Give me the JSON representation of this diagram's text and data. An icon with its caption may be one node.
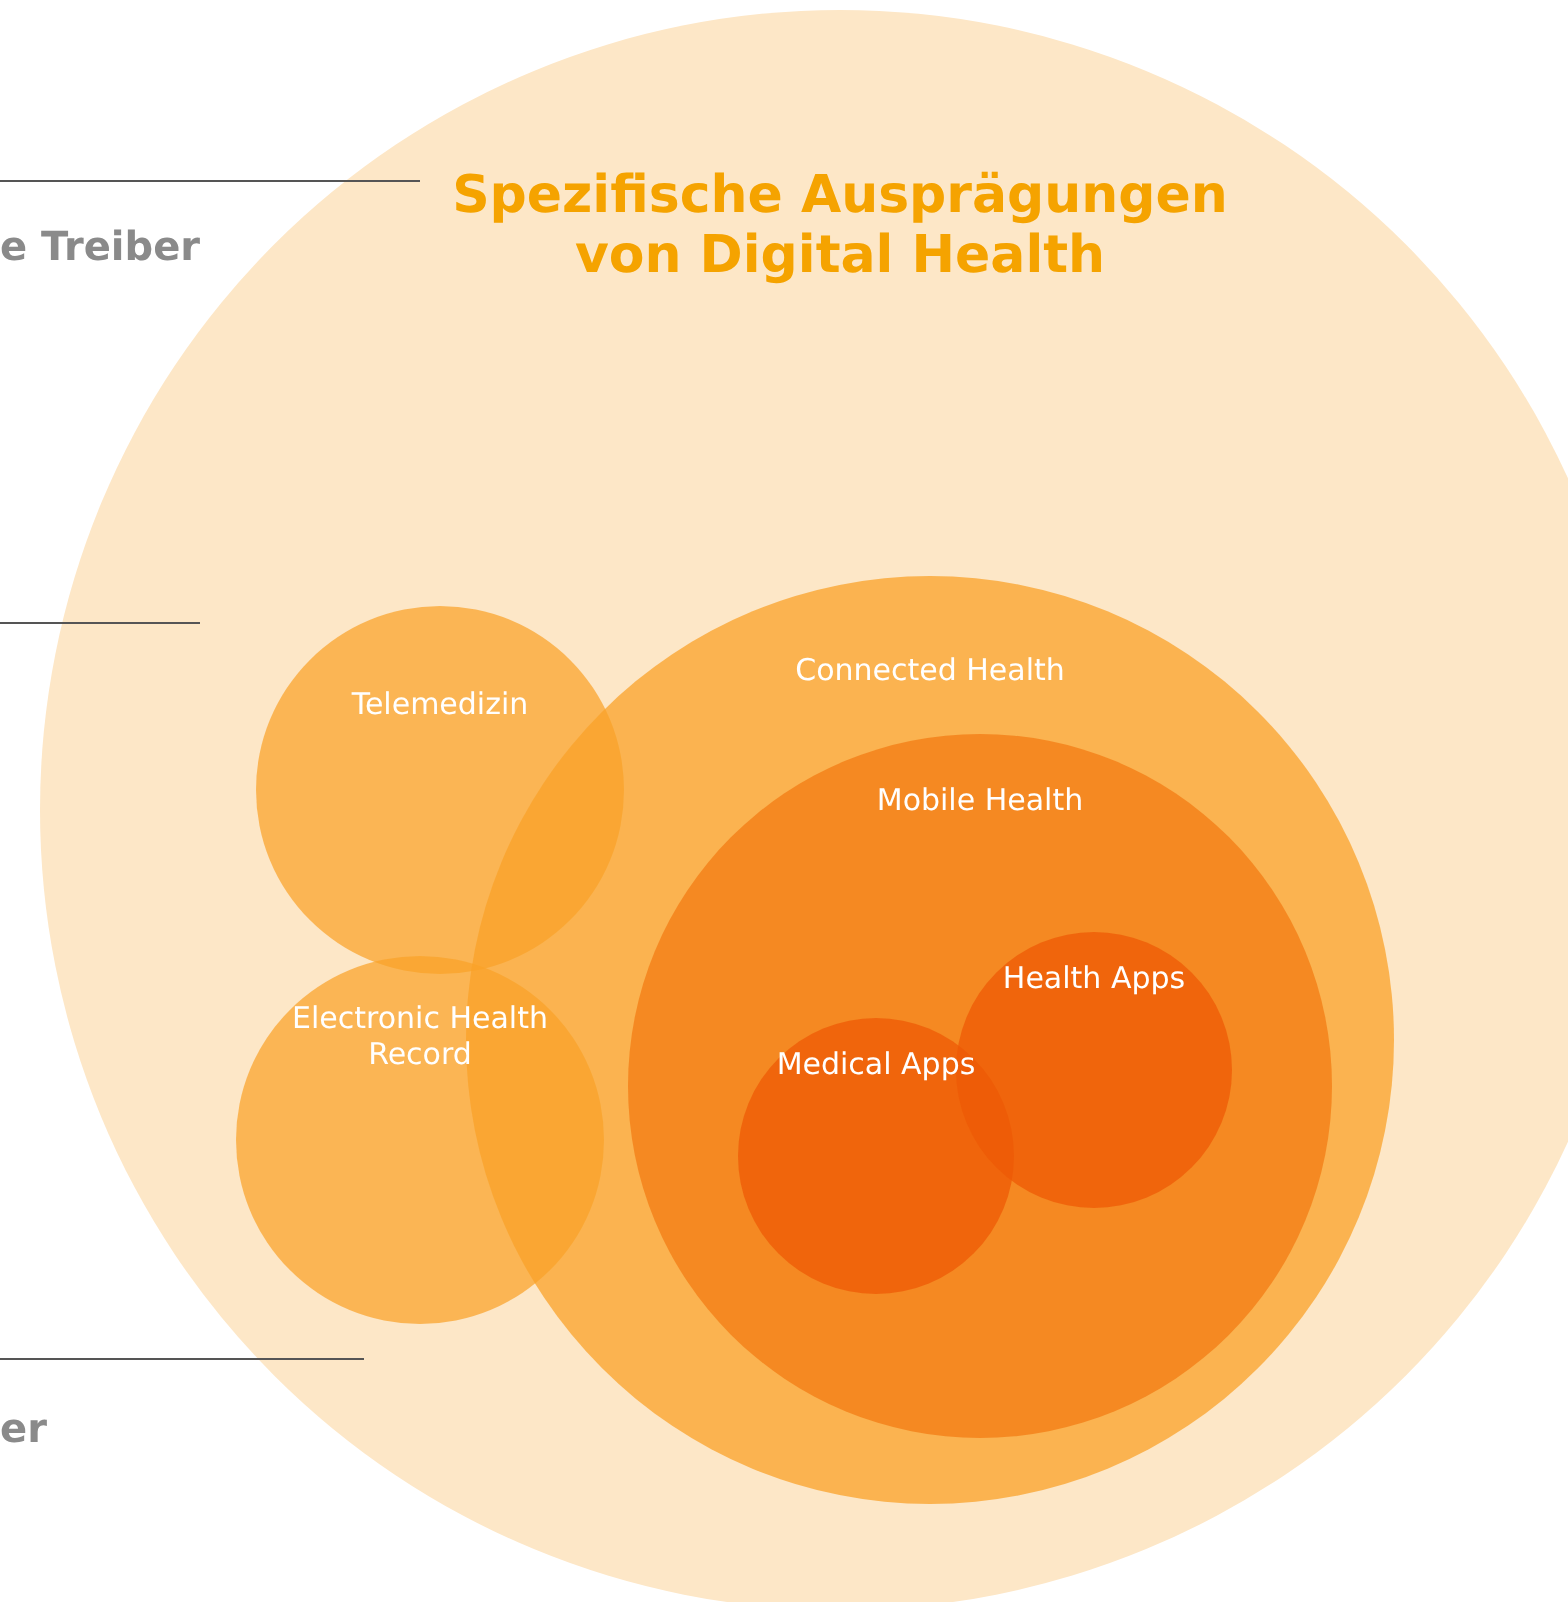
{
  "diagram": {
    "nodes": [
      {
        "text": [
          "Spezifische Ausprägungen von Digital Health"
        ]
      },
      {
        "text": [
          "Telemedizin"
        ],
        "in": 0
      },
      {
        "text": [
          "Electronic Health Record"
        ],
        "in": 0
      },
      {
        "text": [
          "Connected Health"
        ],
        "in": 0
      },
      {
        "text": [
          "Mobile Health"
        ],
        "in": 3
      },
      {
        "text": [
          "Medical Apps"
        ],
        "in": 4
      },
      {
        "text": [
          "Health Apps"
        ],
        "in": 4
      }
    ],
    "labels": [
      "e Treiber",
      "er"
    ]
  }
}
